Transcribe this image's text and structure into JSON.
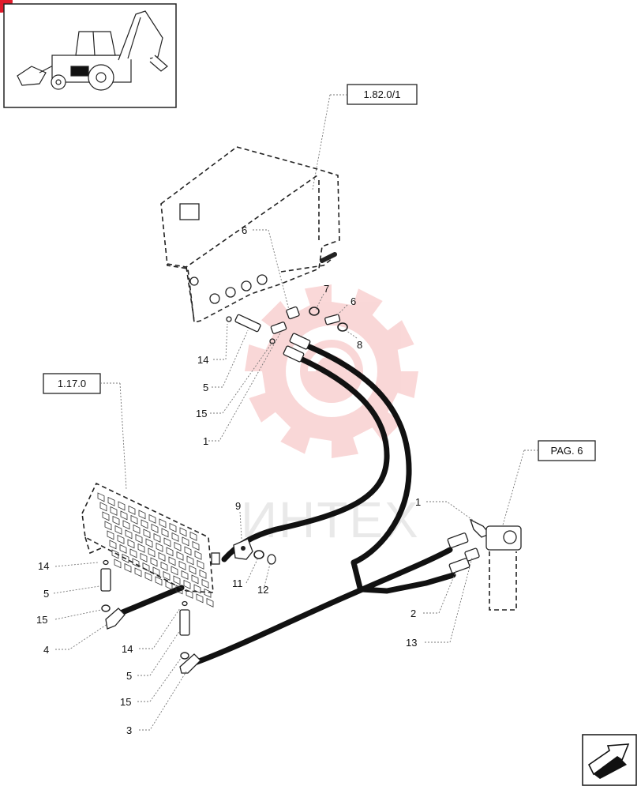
{
  "thumbnail": {
    "icon": "backhoe-loader-icon"
  },
  "reference_boxes": {
    "box_1": "1.82.0/1",
    "box_2": "1.17.0",
    "box_3": "PAG. 6"
  },
  "watermark": {
    "text": "ИНТЕХ",
    "logo_icon": "gear-logo-icon",
    "color": "#f5b8b8"
  },
  "callouts": {
    "c_6a": "6",
    "c_7": "7",
    "c_6b": "6",
    "c_8": "8",
    "c_14a": "14",
    "c_5a": "5",
    "c_15a": "15",
    "c_1a": "1",
    "c_9": "9",
    "c_11": "11",
    "c_12": "12",
    "c_1b": "1",
    "c_2": "2",
    "c_13": "13",
    "c_14b": "14",
    "c_5b": "5",
    "c_15b": "15",
    "c_4": "4",
    "c_14c": "14",
    "c_5c": "5",
    "c_15c": "15",
    "c_3": "3"
  },
  "nav": {
    "icon": "next-page-arrow-icon"
  }
}
